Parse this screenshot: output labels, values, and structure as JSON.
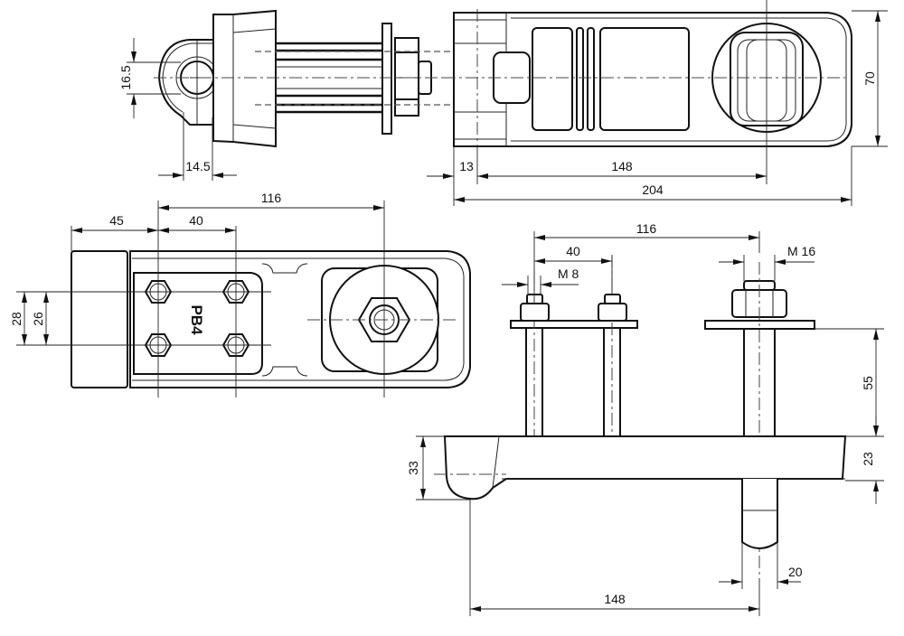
{
  "drawing": {
    "title": "Technical dimension drawing of mounting bracket with bolts",
    "part_marking": "PB4",
    "views": {
      "side_end_view": {
        "dims": {
          "hole_height": "16.5",
          "hole_offset": "14.5"
        }
      },
      "top_view": {
        "dims": {
          "offset_left": "13",
          "center_distance": "148",
          "overall_length": "204",
          "height": "70"
        }
      },
      "bottom_view": {
        "dims": {
          "overall_center": "116",
          "flange": "45",
          "bolt_spacing_x": "40",
          "outer_spacing_y": "28",
          "bolt_spacing_y": "26"
        }
      },
      "front_section_view": {
        "dims": {
          "overall_center": "116",
          "bolt_spacing": "40",
          "small_thread": "M 8",
          "large_thread": "M 16",
          "bolt_length": "55",
          "body_height": "23",
          "end_height": "33",
          "pin_diameter": "20",
          "pin_center": "148"
        }
      }
    }
  }
}
